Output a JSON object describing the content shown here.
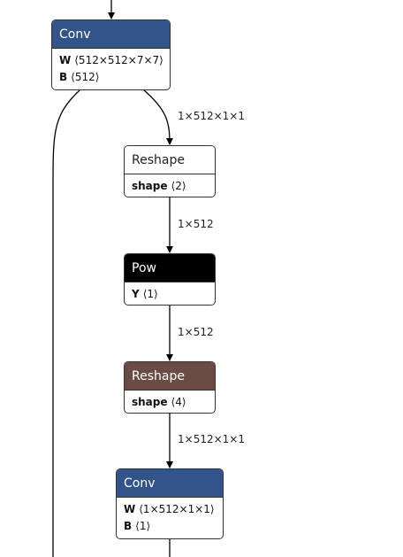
{
  "graph": {
    "nodes": [
      {
        "id": "conv-1",
        "op": "Conv",
        "header_color": "#33548a",
        "header_text_color": "#ffffff",
        "attributes": [
          {
            "name": "W",
            "value": "⟨512×512×7×7⟩"
          },
          {
            "name": "B",
            "value": "⟨512⟩"
          }
        ]
      },
      {
        "id": "reshape-1",
        "op": "Reshape",
        "header_color": "#ffffff",
        "header_text_color": "#222222",
        "attributes": [
          {
            "name": "shape",
            "value": "⟨2⟩"
          }
        ]
      },
      {
        "id": "pow-1",
        "op": "Pow",
        "header_color": "#000000",
        "header_text_color": "#ffffff",
        "attributes": [
          {
            "name": "Y",
            "value": "⟨1⟩"
          }
        ]
      },
      {
        "id": "reshape-2",
        "op": "Reshape",
        "header_color": "#6b4c44",
        "header_text_color": "#ffffff",
        "attributes": [
          {
            "name": "shape",
            "value": "⟨4⟩"
          }
        ]
      },
      {
        "id": "conv-2",
        "op": "Conv",
        "header_color": "#33548a",
        "header_text_color": "#ffffff",
        "attributes": [
          {
            "name": "W",
            "value": "⟨1×512×1×1⟩"
          },
          {
            "name": "B",
            "value": "⟨1⟩"
          }
        ]
      }
    ],
    "edges": [
      {
        "from": "conv-1",
        "to": "reshape-1",
        "label": "1×512×1×1"
      },
      {
        "from": "reshape-1",
        "to": "pow-1",
        "label": "1×512"
      },
      {
        "from": "pow-1",
        "to": "reshape-2",
        "label": "1×512"
      },
      {
        "from": "reshape-2",
        "to": "conv-2",
        "label": "1×512×1×1"
      }
    ]
  }
}
